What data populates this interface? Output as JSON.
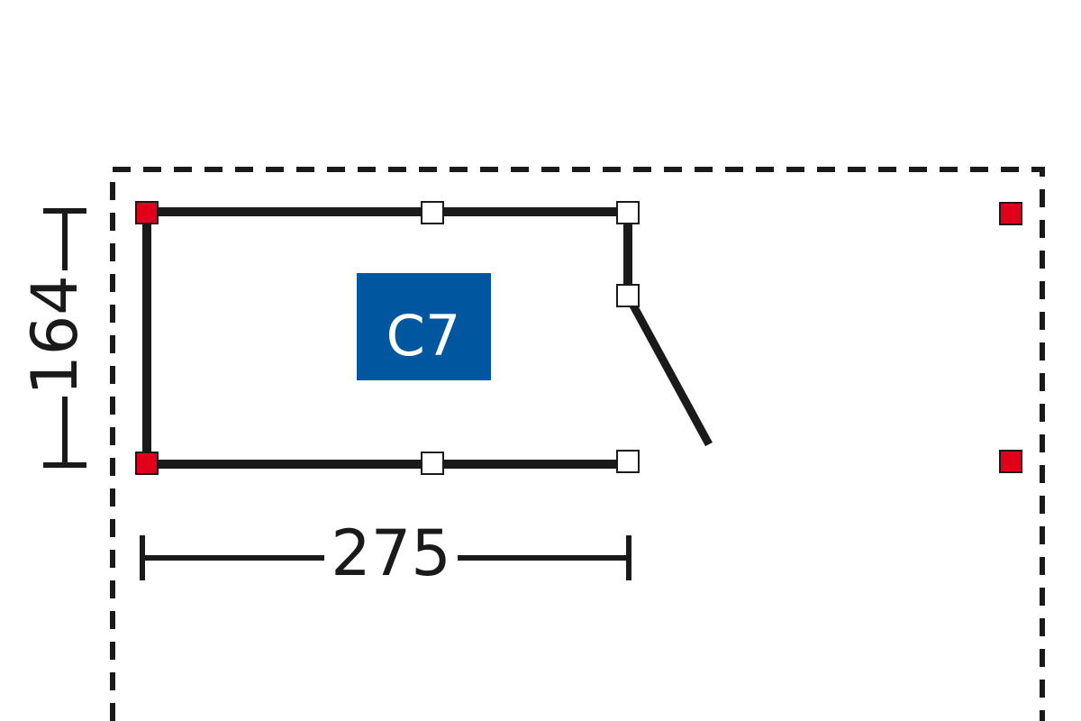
{
  "plan": {
    "module_code": "C7",
    "width_label": "275",
    "depth_label": "164"
  },
  "colors": {
    "badge": "#0057a0",
    "badge_text": "#ffffff",
    "wall": "#1a1a1a",
    "outline_dashed": "#1a1a1a",
    "post_red": "#e0001b",
    "post_white": "#ffffff"
  }
}
